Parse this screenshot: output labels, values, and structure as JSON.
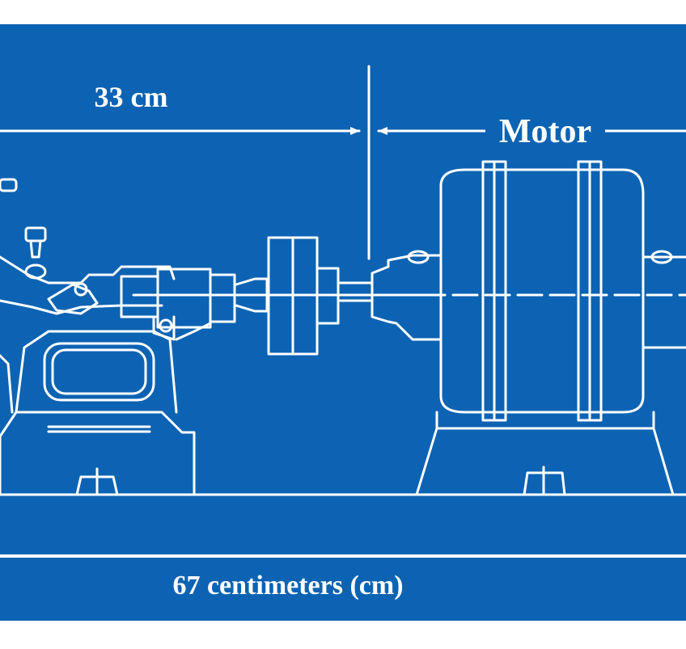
{
  "labels": {
    "half_length": "33 cm",
    "motor": "Motor",
    "total_length": "67 centimeters (cm)"
  },
  "colors": {
    "background": "#0d63b3",
    "line": "#ffffff",
    "page": "#ffffff"
  }
}
